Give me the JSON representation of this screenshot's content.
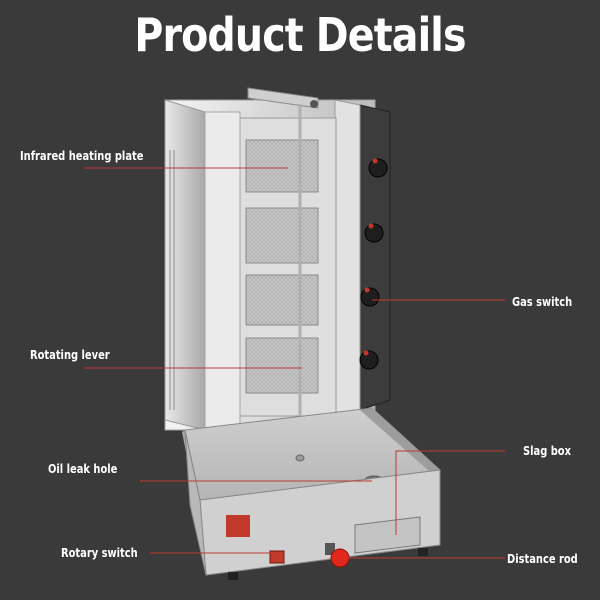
{
  "title": "Product Details",
  "labels": {
    "infrared_heating_plate": "Infrared heating plate",
    "rotating_lever": "Rotating lever",
    "oil_leak_hole": "Oil leak hole",
    "rotary_switch": "Rotary switch",
    "gas_switch": "Gas switch",
    "slag_box": "Slag box",
    "distance_rod": "Distance rod"
  },
  "colors": {
    "background": "#3a3a3a",
    "leader_line": "#c0392b",
    "steel": "#d9d9d9",
    "text": "#ffffff"
  }
}
